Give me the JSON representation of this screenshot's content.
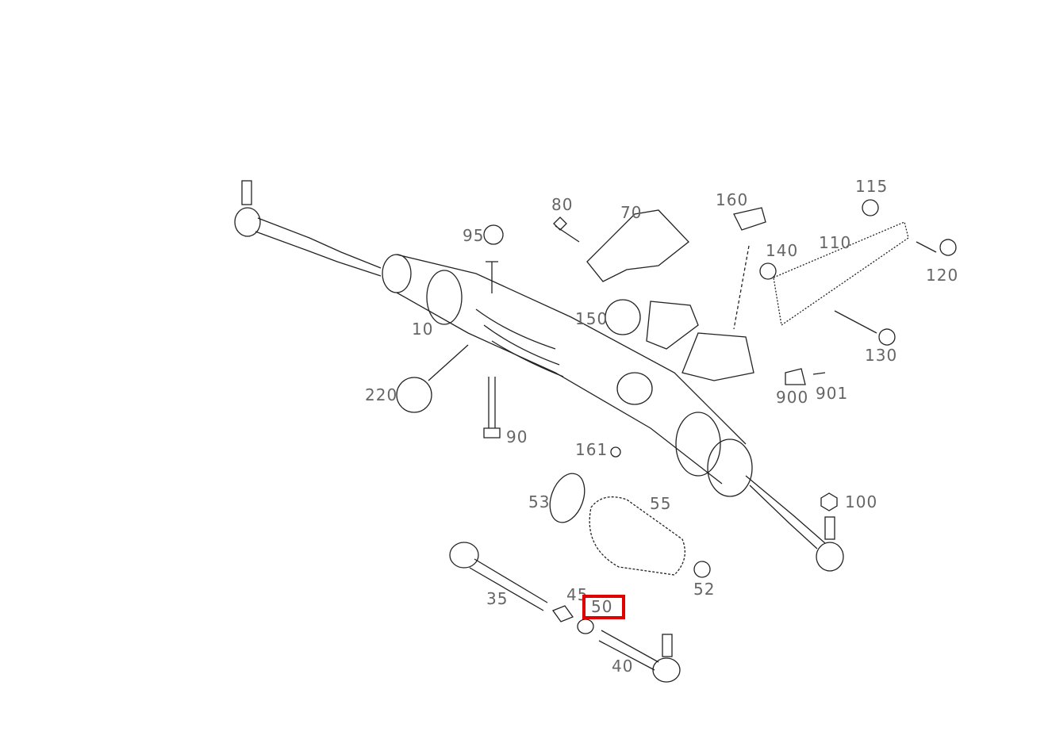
{
  "diagram": {
    "highlight_color": "#e00000",
    "highlighted_part": "50",
    "part_labels": [
      "80",
      "70",
      "160",
      "115",
      "95",
      "110",
      "140",
      "120",
      "150",
      "10",
      "130",
      "220",
      "900",
      "901",
      "90",
      "161",
      "100",
      "53",
      "55",
      "52",
      "35",
      "45",
      "50",
      "40"
    ]
  }
}
